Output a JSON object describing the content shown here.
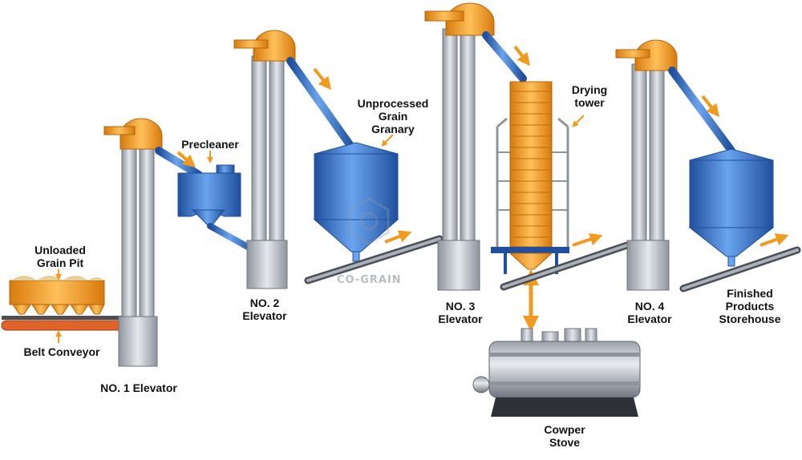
{
  "labels": {
    "unloaded_grain_pit": "Unloaded\nGrain Pit",
    "belt_conveyor": "Belt Conveyor",
    "precleaner": "Precleaner",
    "elevator_1": "NO. 1 Elevator",
    "elevator_2": "NO. 2\nElevator",
    "unprocessed_granary": "Unprocessed\nGrain\nGranary",
    "elevator_3": "NO. 3\nElevator",
    "drying_tower": "Drying\ntower",
    "cowper_stove": "Cowper\nStove",
    "elevator_4": "NO. 4\nElevator",
    "finished_storehouse": "Finished\nProducts\nStorehouse"
  },
  "watermark": "CO-GRAIN",
  "colors": {
    "orange": "#f29a1d",
    "blue": "#2f6fc9",
    "steel": "#b9c0c8",
    "dark": "#4a4f57"
  }
}
